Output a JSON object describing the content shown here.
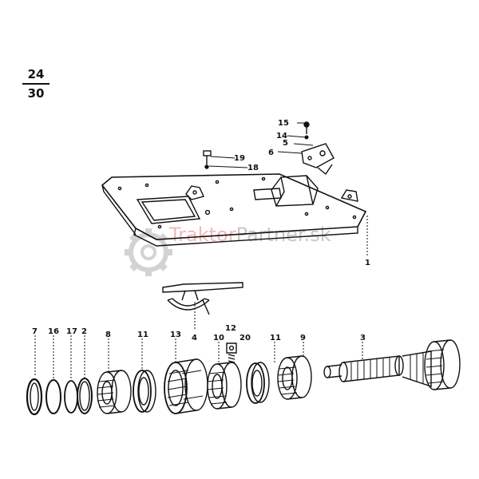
{
  "page_ref": {
    "numerator": "24",
    "denominator": "30"
  },
  "watermark": {
    "brand_a": "Traktor",
    "brand_b": "Partner.sk",
    "color_a": "#f3b9b9",
    "color_b": "#c8c8c8"
  },
  "part_labels": {
    "p1": "1",
    "p2": "2",
    "p3": "3",
    "p4": "4",
    "p5": "5",
    "p6": "6",
    "p7": "7",
    "p8": "8",
    "p9": "9",
    "p10": "10",
    "p11a": "11",
    "p11b": "11",
    "p12": "12",
    "p13": "13",
    "p14": "14",
    "p15": "15",
    "p16": "16",
    "p17": "17",
    "p18": "18",
    "p19": "19",
    "p20": "20"
  }
}
